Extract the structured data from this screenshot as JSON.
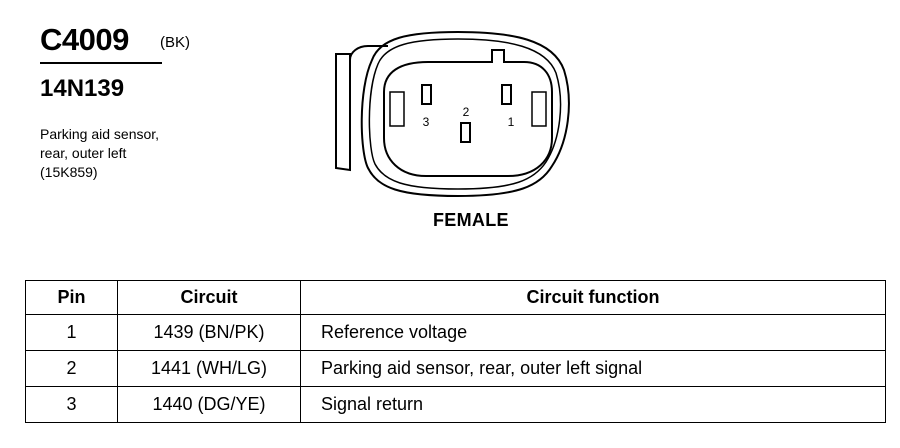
{
  "connector": {
    "id": "C4009",
    "color_code": "(BK)",
    "part_number": "14N139",
    "description_lines": [
      "Parking aid sensor,",
      "rear, outer left",
      "(15K859)"
    ]
  },
  "diagram": {
    "pin_labels": [
      "3",
      "2",
      "1"
    ],
    "gender": "FEMALE"
  },
  "table": {
    "headers": [
      "Pin",
      "Circuit",
      "Circuit function"
    ],
    "rows": [
      [
        "1",
        "1439 (BN/PK)",
        "Reference voltage"
      ],
      [
        "2",
        "1441 (WH/LG)",
        "Parking aid sensor, rear, outer left  signal"
      ],
      [
        "3",
        "1440 (DG/YE)",
        "Signal return"
      ]
    ]
  }
}
